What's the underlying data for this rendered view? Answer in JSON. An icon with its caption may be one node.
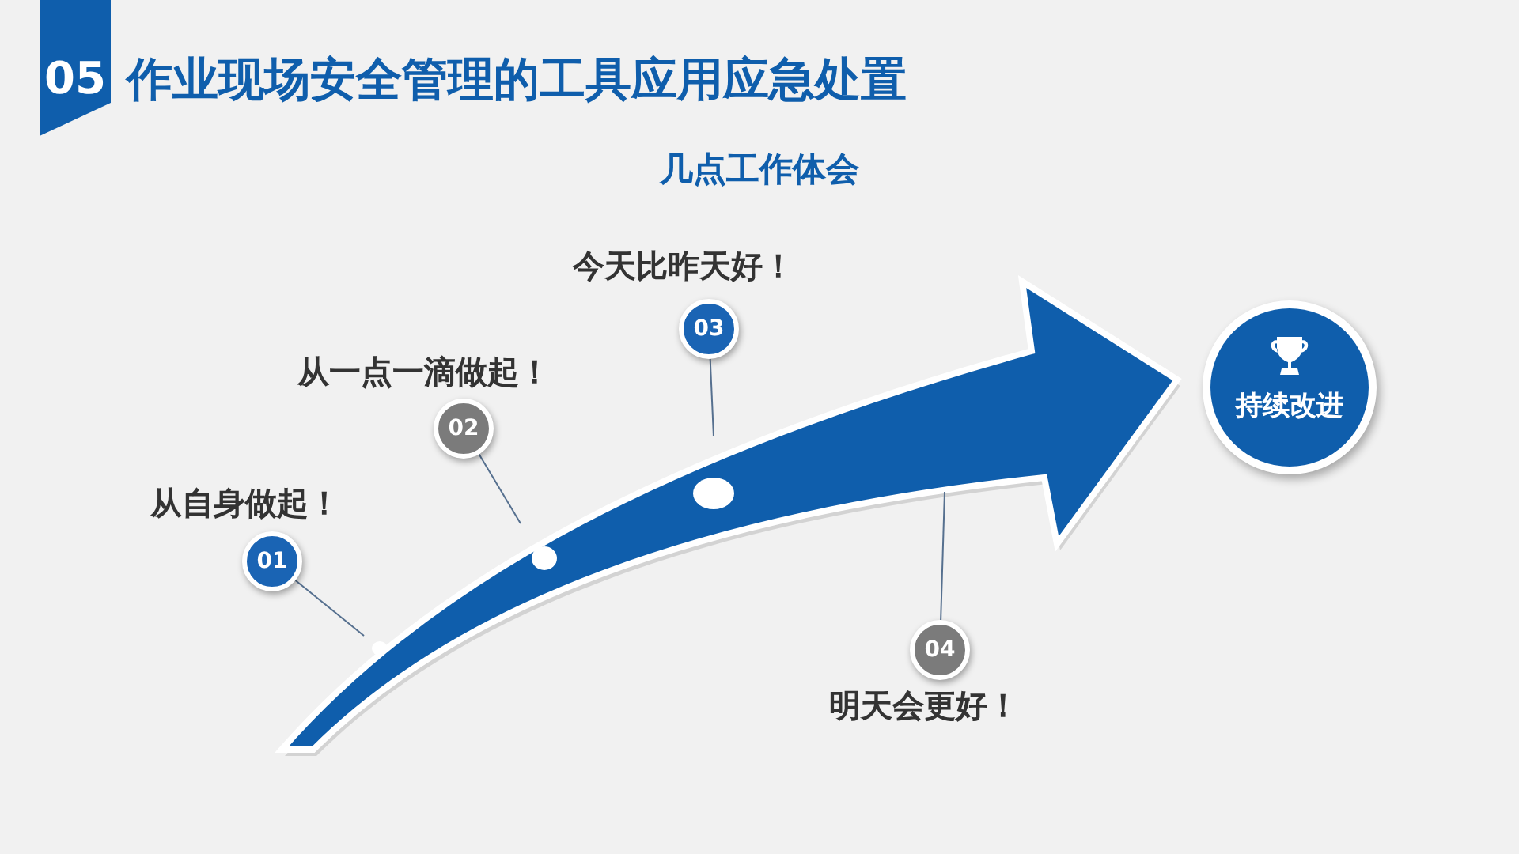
{
  "diagram": {
    "title": "作业现场安全管理的工具应用应急处置",
    "nodes": [
      {
        "text": [
          "01"
        ],
        "beside": [
          "从自身做起！"
        ]
      },
      {
        "text": [
          "02"
        ],
        "beside": [
          "从一点一滴做起！"
        ]
      },
      {
        "text": [
          "03"
        ],
        "beside": [
          "今天比昨天好！"
        ]
      },
      {
        "text": [
          "04"
        ],
        "beside": [
          "明天会更好！"
        ]
      },
      {
        "text": [],
        "shape": "arrow"
      },
      {
        "text": [
          "持续改进"
        ]
      }
    ],
    "edges": [
      {
        "from": 0,
        "to": 4,
        "arrow": "none"
      },
      {
        "from": 1,
        "to": 4,
        "arrow": "none"
      },
      {
        "from": 2,
        "to": 4,
        "arrow": "none"
      },
      {
        "from": 3,
        "to": 4,
        "arrow": "none"
      }
    ],
    "labels": [
      "05",
      "几点工作体会"
    ]
  }
}
